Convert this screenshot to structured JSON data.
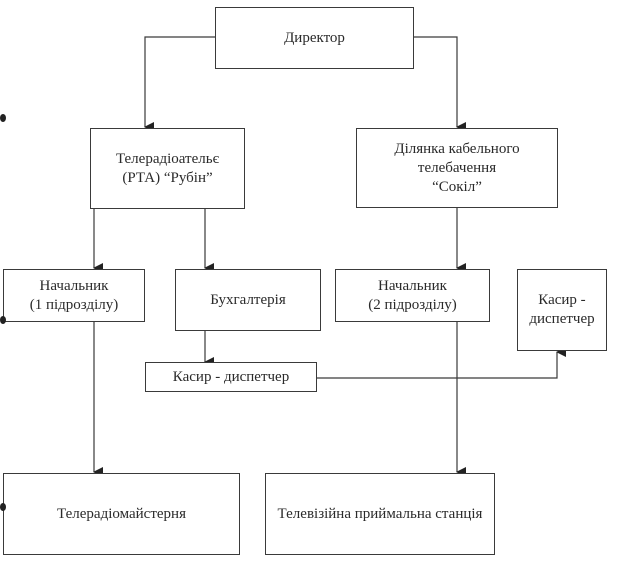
{
  "diagram": {
    "type": "org-chart",
    "nodes": {
      "director": "Директор",
      "rta": "Телерадіоательє\n(РТА) “Рубін”",
      "cable": "Ділянка кабельного\nтелебачення\n“Сокіл”",
      "head1": "Начальник\n(1 підрозділу)",
      "accounting": "Бухгалтерія",
      "head2": "Начальник\n(2 підрозділу)",
      "cashier_right": "Касир -\nдиспетчер",
      "cashier_mid": "Касир - диспетчер",
      "workshop": "Телерадіомайстерня",
      "station": "Телевізійна приймальна станція"
    },
    "edges": [
      {
        "from": "director",
        "to": "rta"
      },
      {
        "from": "director",
        "to": "cable"
      },
      {
        "from": "rta",
        "to": "head1"
      },
      {
        "from": "rta",
        "to": "accounting"
      },
      {
        "from": "cable",
        "to": "head2"
      },
      {
        "from": "accounting",
        "to": "cashier_mid"
      },
      {
        "from": "cashier_mid",
        "to": "cashier_right"
      },
      {
        "from": "head1",
        "to": "workshop"
      },
      {
        "from": "head2",
        "to": "station"
      }
    ]
  }
}
